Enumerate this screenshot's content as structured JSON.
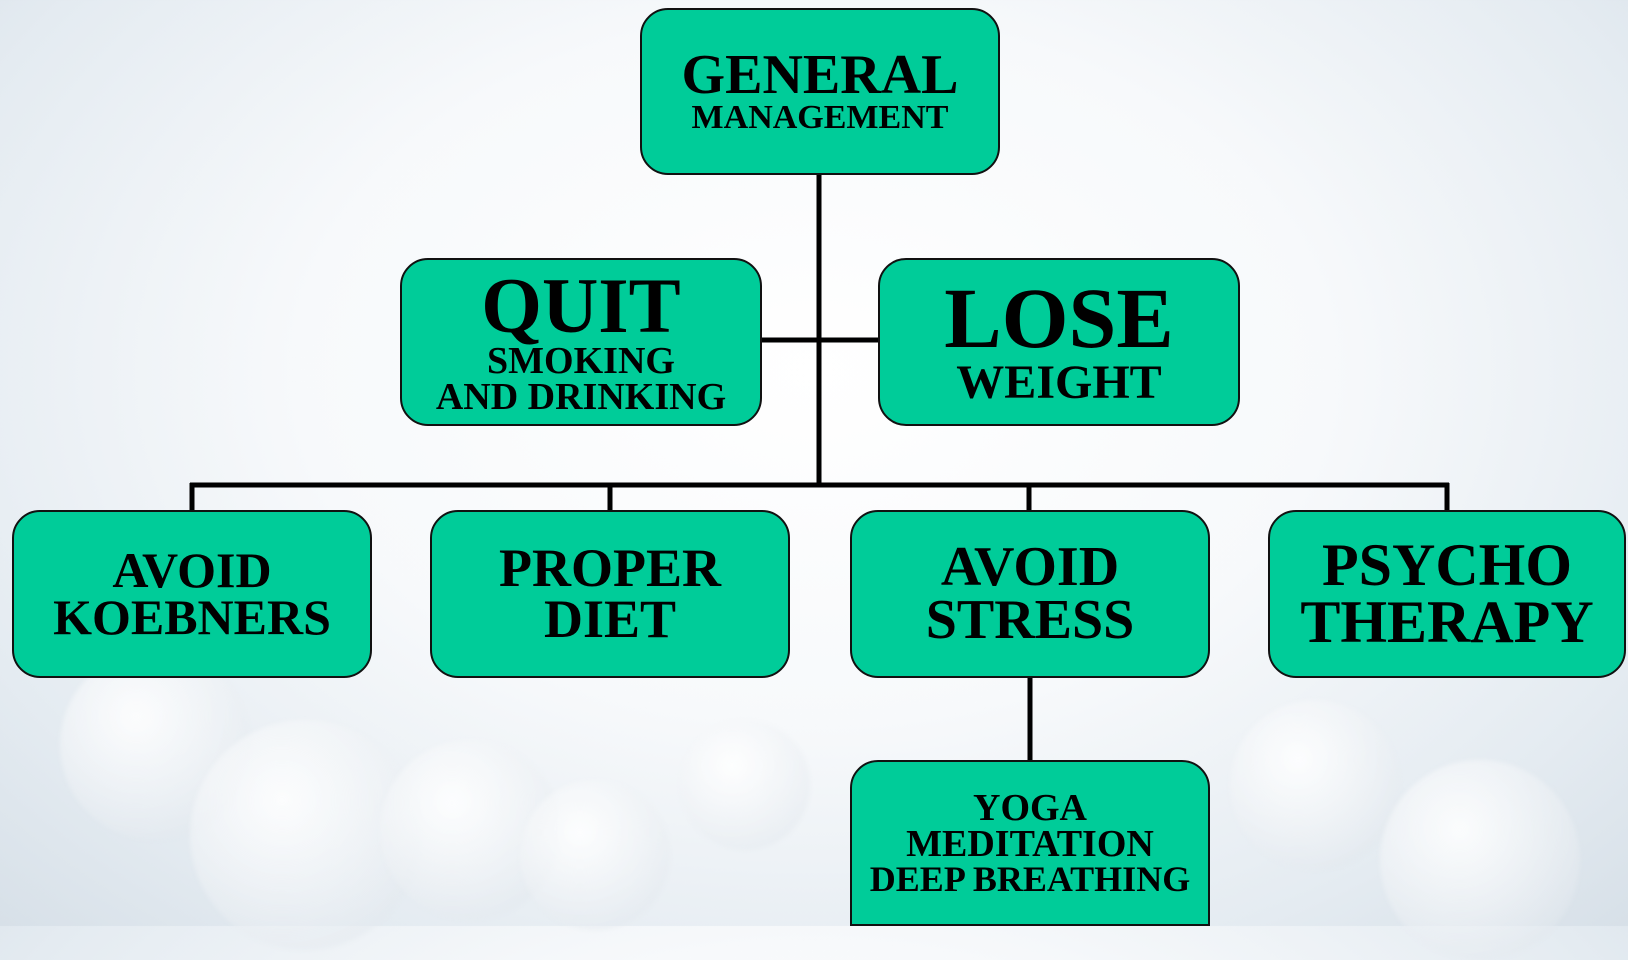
{
  "nodes": {
    "general": {
      "line1": "GENERAL",
      "line2": "MANAGEMENT"
    },
    "quit": {
      "line1": "QUIT",
      "line2": "SMOKING",
      "line3": "AND DRINKING"
    },
    "lose": {
      "line1": "LOSE",
      "line2": "WEIGHT"
    },
    "koebners": {
      "line1": "AVOID",
      "line2": "KOEBNERS"
    },
    "diet": {
      "line1": "PROPER",
      "line2": "DIET"
    },
    "stress": {
      "line1": "AVOID",
      "line2": "STRESS"
    },
    "psycho": {
      "line1": "PSYCHO",
      "line2": "THERAPY"
    },
    "yoga": {
      "line1": "YOGA",
      "line2": "MEDITATION",
      "line3": "DEEP BREATHING"
    }
  },
  "colors": {
    "node_fill": "#00cc99",
    "border": "#111111",
    "connector": "#000000"
  }
}
